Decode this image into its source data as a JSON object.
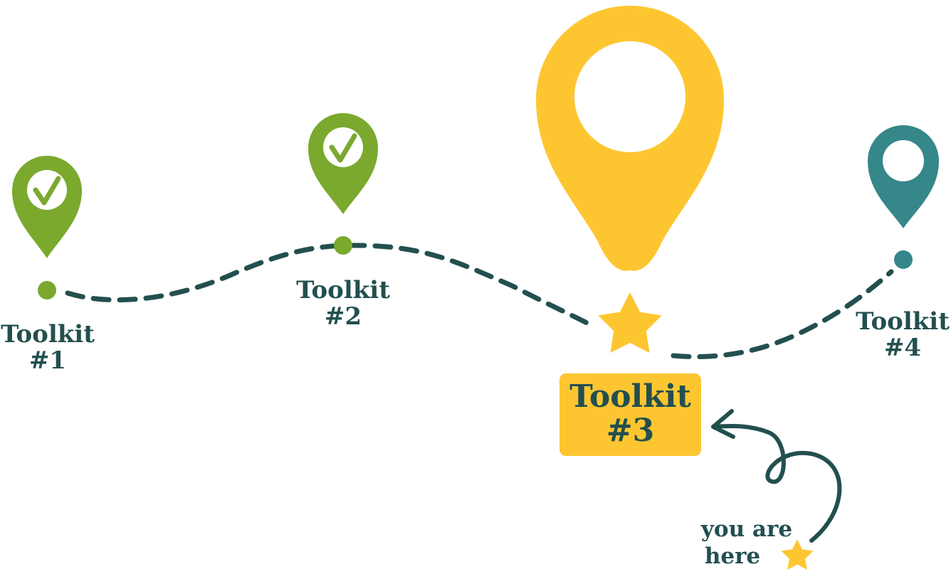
{
  "colors": {
    "done": "#7aa92e",
    "current": "#fdc631",
    "upcoming": "#35878a",
    "path": "#234f4f",
    "text": "#234f4f",
    "white": "#ffffff"
  },
  "milestones": [
    {
      "label": "Toolkit",
      "number": "#1",
      "status": "done",
      "icon": "check-icon"
    },
    {
      "label": "Toolkit",
      "number": "#2",
      "status": "done",
      "icon": "check-icon"
    },
    {
      "label": "Toolkit",
      "number": "#3",
      "status": "current",
      "icon": "star-icon"
    },
    {
      "label": "Toolkit",
      "number": "#4",
      "status": "upcoming",
      "icon": "location-pin-icon"
    }
  ],
  "annotation": {
    "line1": "you are",
    "line2": "here",
    "icon": "star-icon"
  }
}
